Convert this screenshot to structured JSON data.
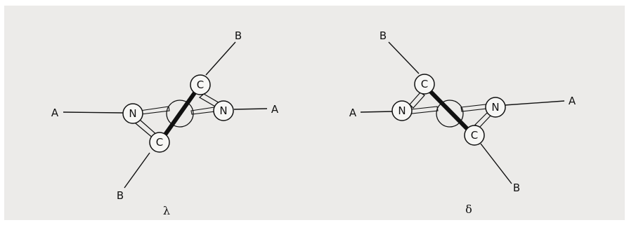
{
  "figure": {
    "colors": {
      "background": "#ecebe9",
      "ink": "#111111",
      "atom_fill": "#f7f7f5"
    },
    "left": {
      "caption": "λ",
      "atoms": {
        "c_top": "C",
        "c_bottom": "C",
        "n_left": "N",
        "n_right": "N"
      },
      "ends": {
        "a_left": "A",
        "a_right": "A",
        "b_top": "B",
        "b_bottom": "B"
      }
    },
    "right": {
      "caption": "δ",
      "atoms": {
        "c_top": "C",
        "c_bottom": "C",
        "n_left": "N",
        "n_right": "N"
      },
      "ends": {
        "a_left": "A",
        "a_right": "A",
        "b_top": "B",
        "b_bottom": "B"
      }
    }
  }
}
